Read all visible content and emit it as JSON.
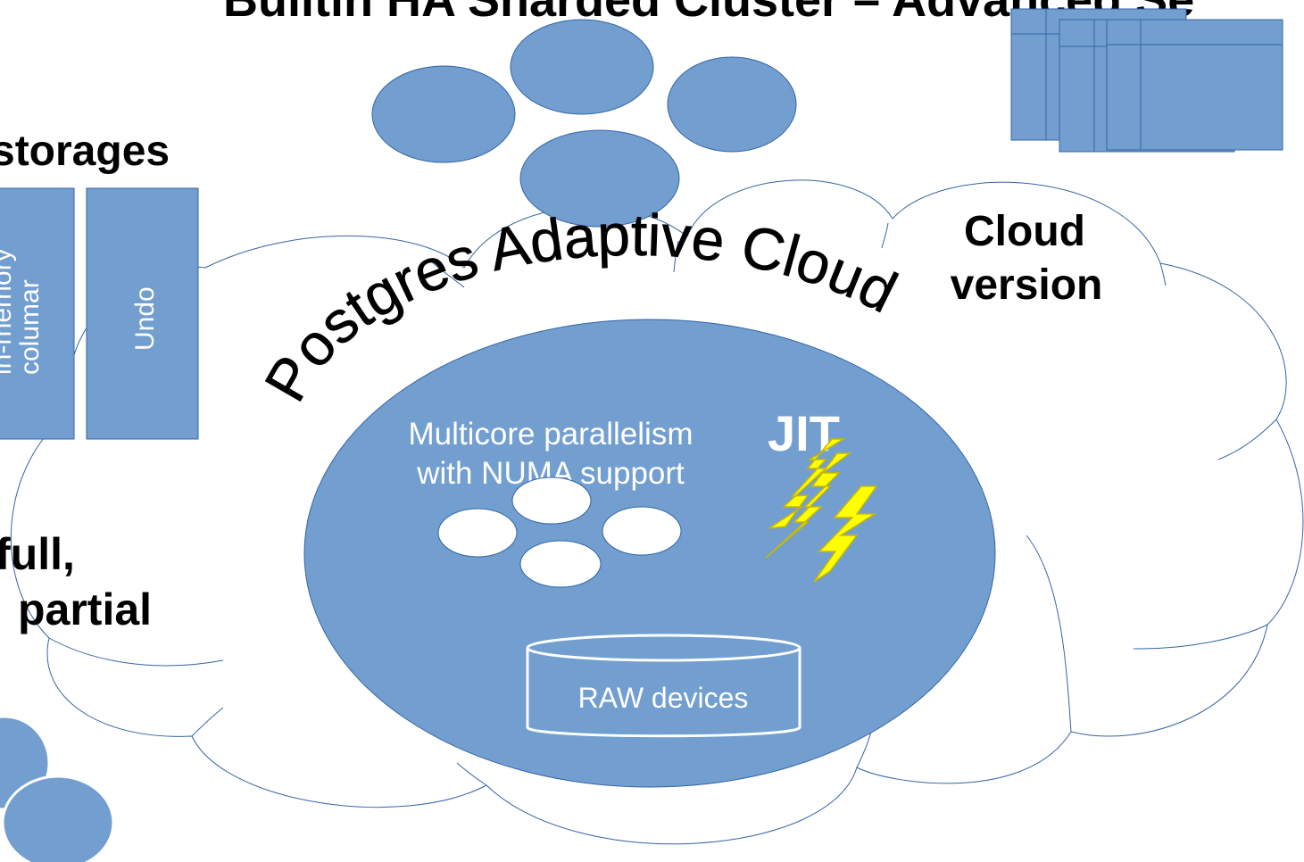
{
  "header": {
    "title_partial": "Builtin HA Sharded Cluster – Advanced Se"
  },
  "left_panel": {
    "heading": "storages",
    "columnar_label": "columаr",
    "columnar_label_cut": "in-memory",
    "undo_label": "Undo",
    "backup_line1": "full,",
    "backup_line2": "partial"
  },
  "cloud_version": {
    "line1": "Cloud",
    "line2": "version"
  },
  "main_circle": {
    "arc_title": "Postgres Adaptive Cloud",
    "parallel_line1": "Multicore parallelism",
    "parallel_line2": "with NUMA support",
    "jit_label": "JIT",
    "raw_devices_label": "RAW devices"
  },
  "colors": {
    "accent_blue": "#729fcf",
    "blue_stroke": "#3465a4",
    "lightning_fill": "#ffff00",
    "lightning_stroke": "#c9b800"
  }
}
